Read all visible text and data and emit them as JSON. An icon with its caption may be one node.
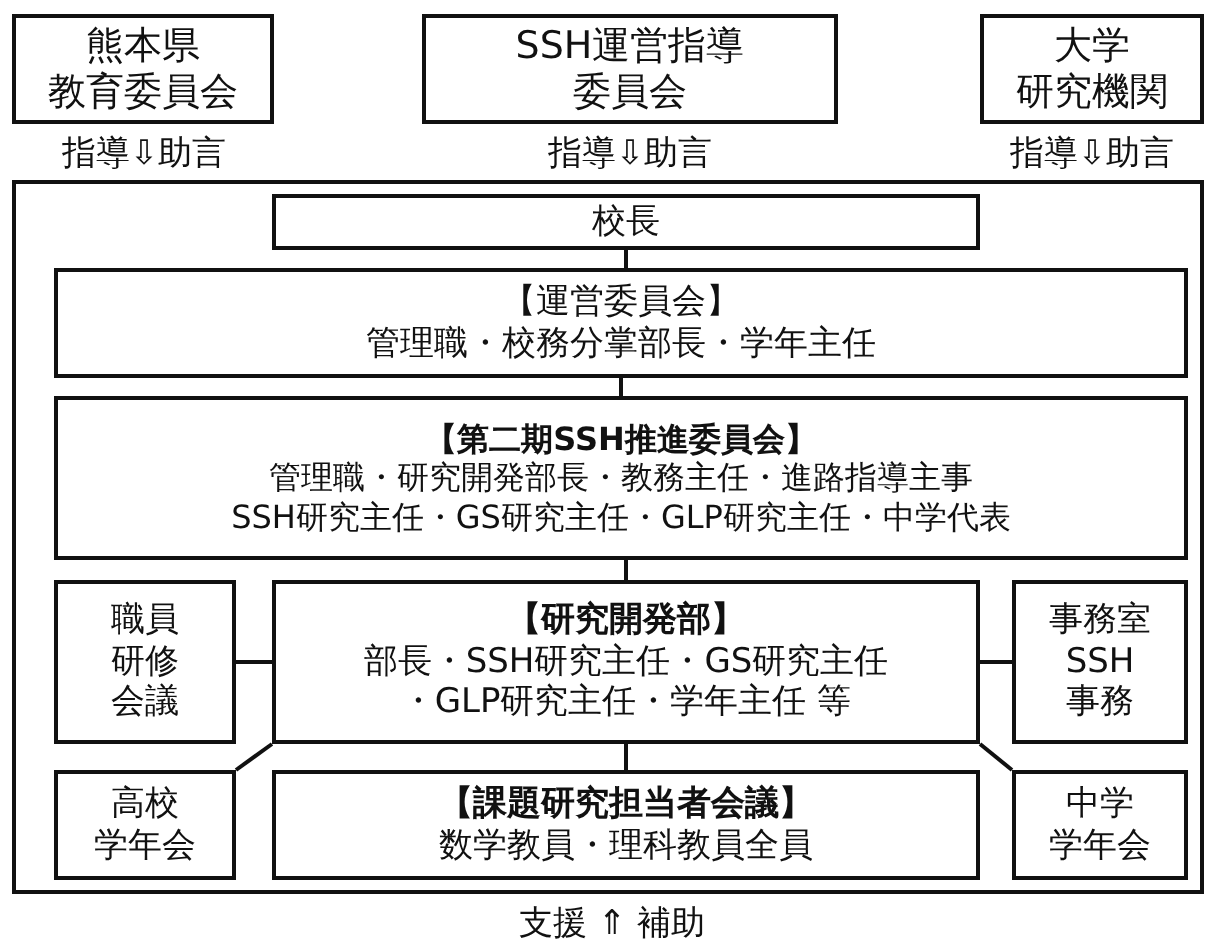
{
  "diagram": {
    "nodes": [
      {
        "text": [
          "熊本県教育委員会"
        ]
      },
      {
        "text": [
          "SSH運営指導委員会"
        ]
      },
      {
        "text": [
          "大学研究機関"
        ]
      },
      {
        "text": [],
        "shape": "box"
      },
      {
        "text": [
          "校長"
        ],
        "in": 3
      },
      {
        "text": [
          "【運営委員会】",
          "管理職・校務分掌部長・学年主任"
        ],
        "in": 3
      },
      {
        "text": [
          "【第二期SSH推進委員会】",
          "管理職・研究開発部長・教務主任・進路指導主事SSH研究主任・GS研究主任・GLP研究主任・中学代表"
        ],
        "in": 3
      },
      {
        "text": [
          "職員研修会議"
        ],
        "in": 3
      },
      {
        "text": [
          "【研究開発部】",
          "部長・SSH研究主任・GS研究主任・GLP研究主任・学年主任 等"
        ],
        "in": 3
      },
      {
        "text": [
          "事務室SSH事務"
        ],
        "in": 3
      },
      {
        "text": [
          "高校学年会"
        ],
        "in": 3
      },
      {
        "text": [
          "【課題研究担当者会議】",
          "数学教員・理科教員全員"
        ],
        "in": 3
      },
      {
        "text": [
          "中学学年会"
        ],
        "in": 3
      }
    ],
    "edges": [
      {
        "from": 4,
        "to": 5,
        "arrow": "none"
      },
      {
        "from": 5,
        "to": 6,
        "arrow": "none"
      },
      {
        "from": 6,
        "to": 8,
        "arrow": "none"
      },
      {
        "from": 7,
        "to": 8,
        "arrow": "none"
      },
      {
        "from": 8,
        "to": 9,
        "arrow": "none"
      },
      {
        "from": 8,
        "to": 10,
        "arrow": "none"
      },
      {
        "from": 8,
        "to": 11,
        "arrow": "none"
      },
      {
        "from": 8,
        "to": 12,
        "arrow": "none"
      }
    ],
    "labels": [
      "指導⇩助言",
      "指導⇩助言",
      "指導⇩助言",
      "支援 ⇑ 補助"
    ]
  }
}
